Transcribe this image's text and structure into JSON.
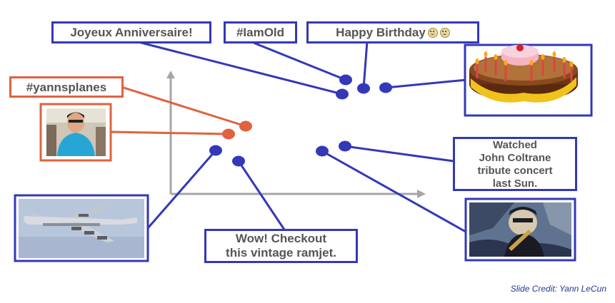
{
  "labels": {
    "joyeux": "Joyeux Anniversaire!",
    "iamold": "#IamOld",
    "happy": "Happy Birthday",
    "yann": "#yannsplanes",
    "coltrane": "Watched\nJohn Coltrane\ntribute concert\nlast Sun.",
    "ramjet": "Wow! Checkout\nthis vintage ramjet."
  },
  "credit": "Slide Credit: Yann LeCun",
  "colors": {
    "blue": "#3338b8",
    "orange": "#e0623f",
    "axis": "#a6a6a6",
    "credit": "#1f3b8e"
  },
  "icons": [
    "smiley-icon",
    "smiley-icon",
    "birthday-cake-image",
    "person-photo",
    "airplane-image",
    "saxophone-painting"
  ]
}
